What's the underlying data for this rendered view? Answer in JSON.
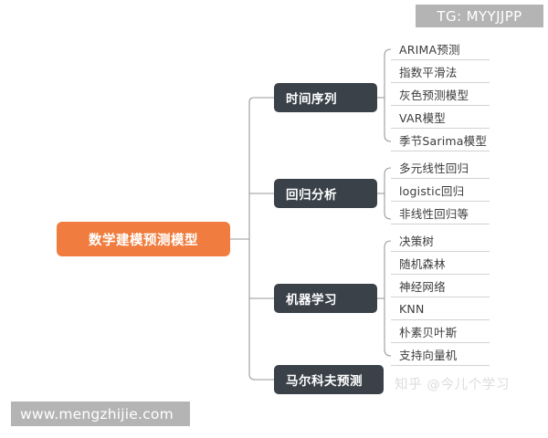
{
  "mindmap": {
    "root": {
      "label": "数学建模预测模型",
      "color": "#f07d3f"
    },
    "branch_color": "#3a4149",
    "branches": [
      {
        "label": "时间序列",
        "leaves": [
          "ARIMA预测",
          "指数平滑法",
          "灰色预测模型",
          "VAR模型",
          "季节Sarima模型"
        ]
      },
      {
        "label": "回归分析",
        "leaves": [
          "多元线性回归",
          "logistic回归",
          "非线性回归等"
        ]
      },
      {
        "label": "机器学习",
        "leaves": [
          "决策树",
          "随机森林",
          "神经网络",
          "KNN",
          "朴素贝叶斯",
          "支持向量机"
        ]
      },
      {
        "label": "马尔科夫预测",
        "leaves": []
      }
    ]
  },
  "watermarks": {
    "telegram": "TG: MYYJJPP",
    "site": "www.mengzhijie.com",
    "zhihu": "知乎 @今儿个学习"
  }
}
